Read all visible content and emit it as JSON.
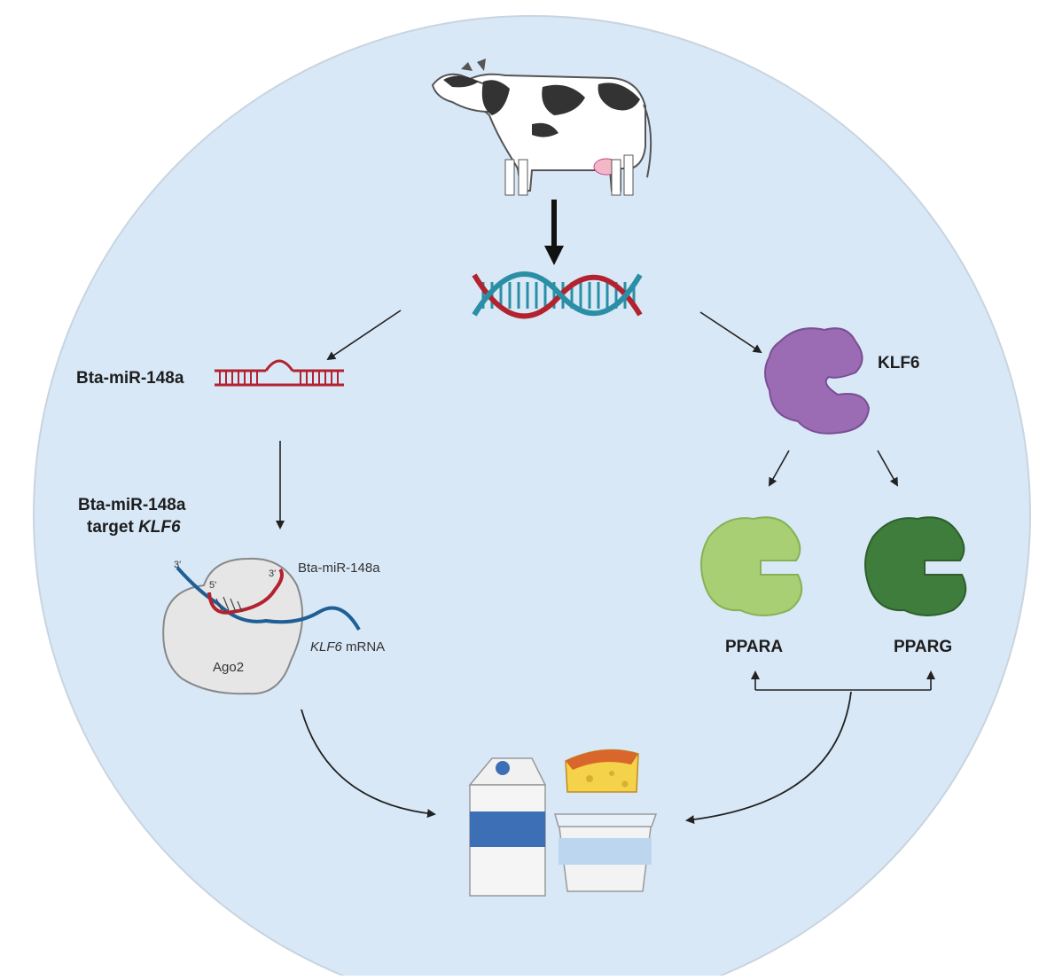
{
  "labels": {
    "mir_name": "Bta-miR-148a",
    "mir_target_line1": "Bta-miR-148a",
    "mir_target_line2_prefix": "target ",
    "mir_target_line2_gene": "KLF6",
    "duplex_mir": "Bta-miR-148a",
    "duplex_mrna_gene": "KLF6",
    "duplex_mrna_suffix": " mRNA",
    "ago2": "Ago2",
    "prime_3_a": "3'",
    "prime_5": "5'",
    "prime_3_b": "3'",
    "klf6": "KLF6",
    "ppara": "PPARA",
    "pparg": "PPARG"
  },
  "colors": {
    "circle_fill": "#d8e8f7",
    "circle_stroke": "#c9d4df",
    "mirna_red": "#b3222f",
    "mrna_blue": "#1f5f96",
    "dna_teal": "#2a8fa5",
    "klf6_purple": "#9b6bb3",
    "ppara_light_green": "#a8cf74",
    "pparg_dark_green": "#3f7d3c",
    "ago2_gray": "#e6e6e6",
    "arrow": "#222222"
  },
  "icons": {
    "cow": "cow-icon",
    "dna": "dna-double-helix-icon",
    "hairpin": "microrna-hairpin-icon",
    "klf6_protein": "protein-blob-icon",
    "dairy": "dairy-products-icon"
  }
}
